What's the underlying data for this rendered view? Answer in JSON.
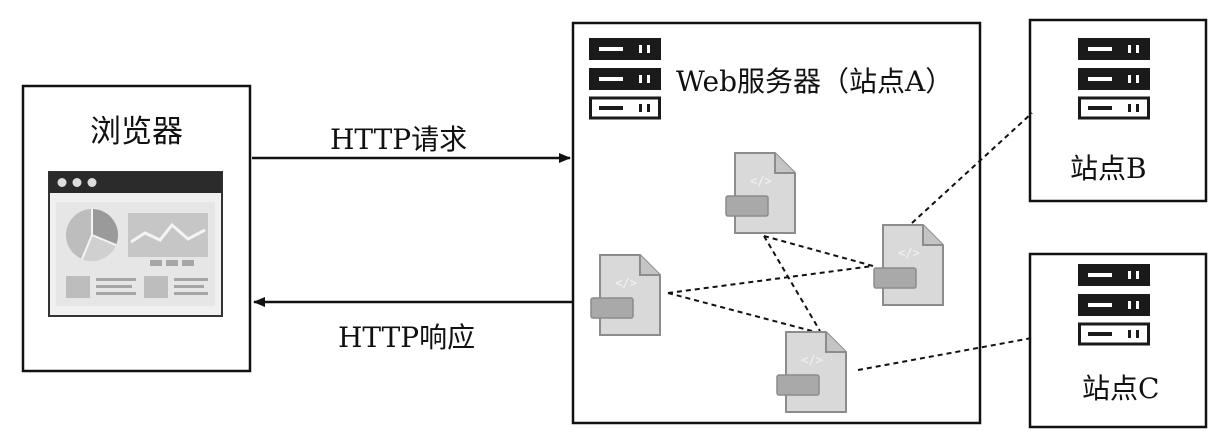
{
  "browser": {
    "title": "浏览器"
  },
  "request": {
    "label": "HTTP请求"
  },
  "response": {
    "label": "HTTP响应"
  },
  "server": {
    "title": "Web服务器（站点A）"
  },
  "site_b": {
    "label": "站点B"
  },
  "site_c": {
    "label": "站点C"
  },
  "page_icon": {
    "glyph": "</>"
  },
  "colors": {
    "line": "#111111",
    "page_fill": "#d9d9d9",
    "page_stroke": "#8c8c8c",
    "tag_fill": "#a9a9a9",
    "server_dark": "#1a1a1a"
  }
}
